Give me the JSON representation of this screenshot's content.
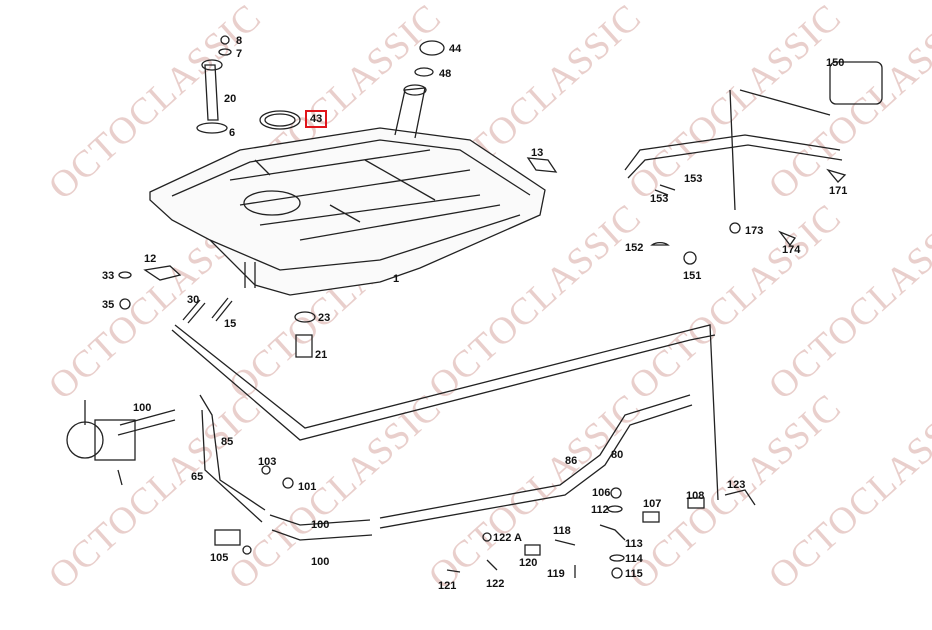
{
  "watermark": "OCTOCLASSIC",
  "highlight_color": "#e0151b",
  "selected_part": "43",
  "labels": [
    "8",
    "7",
    "20",
    "6",
    "43",
    "44",
    "48",
    "13",
    "1",
    "12",
    "33",
    "35",
    "30",
    "15",
    "23",
    "21",
    "150",
    "153",
    "153",
    "171",
    "173",
    "174",
    "152",
    "151",
    "100",
    "85",
    "103",
    "101",
    "65",
    "100",
    "100",
    "105",
    "86",
    "80",
    "106",
    "112",
    "107",
    "108",
    "123",
    "122 A",
    "118",
    "113",
    "114",
    "115",
    "120",
    "119",
    "121",
    "122"
  ]
}
